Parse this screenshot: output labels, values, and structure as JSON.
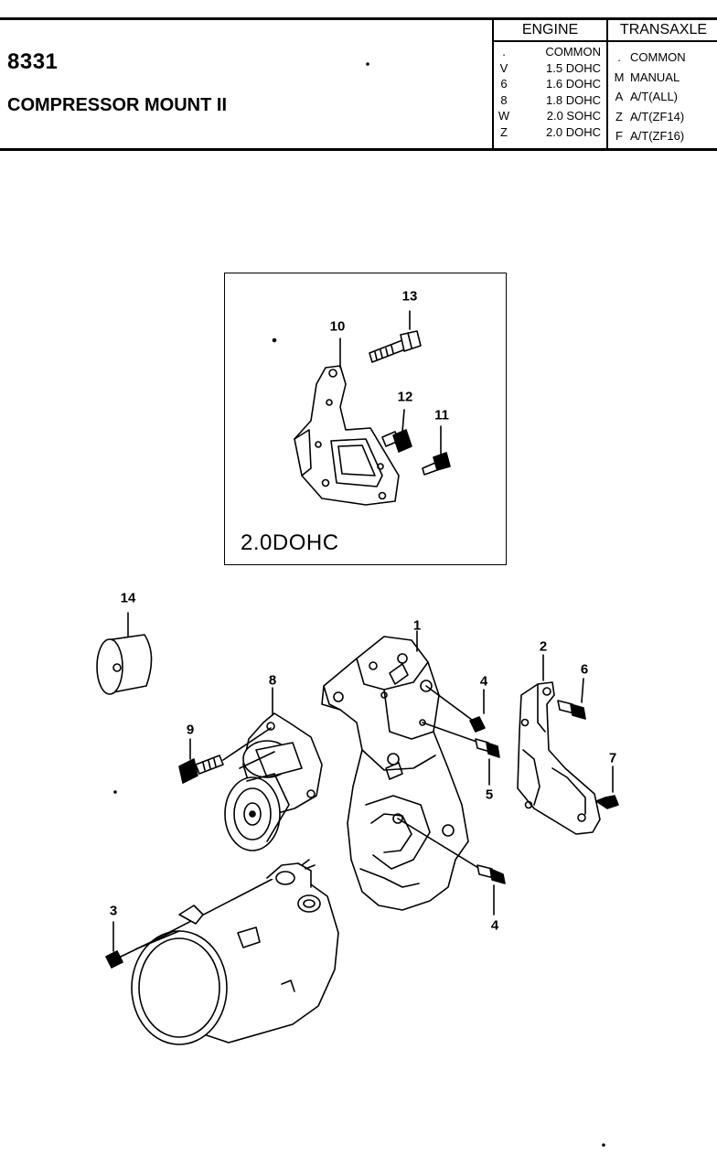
{
  "header": {
    "part_number": "8331",
    "title": "COMPRESSOR MOUNT II",
    "engine": {
      "heading": "ENGINE",
      "rows": [
        {
          "code": ".",
          "value": "COMMON"
        },
        {
          "code": "V",
          "value": "1.5 DOHC"
        },
        {
          "code": "6",
          "value": "1.6 DOHC"
        },
        {
          "code": "8",
          "value": "1.8 DOHC"
        },
        {
          "code": "W",
          "value": "2.0 SOHC"
        },
        {
          "code": "Z",
          "value": "2.0 DOHC"
        }
      ]
    },
    "transaxle": {
      "heading": "TRANSAXLE",
      "rows": [
        {
          "code": ".",
          "value": "COMMON"
        },
        {
          "code": "M",
          "value": "MANUAL"
        },
        {
          "code": "A",
          "value": "A/T(ALL)"
        },
        {
          "code": "Z",
          "value": "A/T(ZF14)"
        },
        {
          "code": "F",
          "value": "A/T(ZF16)"
        }
      ]
    }
  },
  "inset": {
    "label": "2.0DOHC"
  },
  "callouts": {
    "c1": "1",
    "c2": "2",
    "c3": "3",
    "c4a": "4",
    "c4b": "4",
    "c5": "5",
    "c6": "6",
    "c7": "7",
    "c8": "8",
    "c9": "9",
    "c10": "10",
    "c11": "11",
    "c12": "12",
    "c13": "13",
    "c14": "14"
  }
}
